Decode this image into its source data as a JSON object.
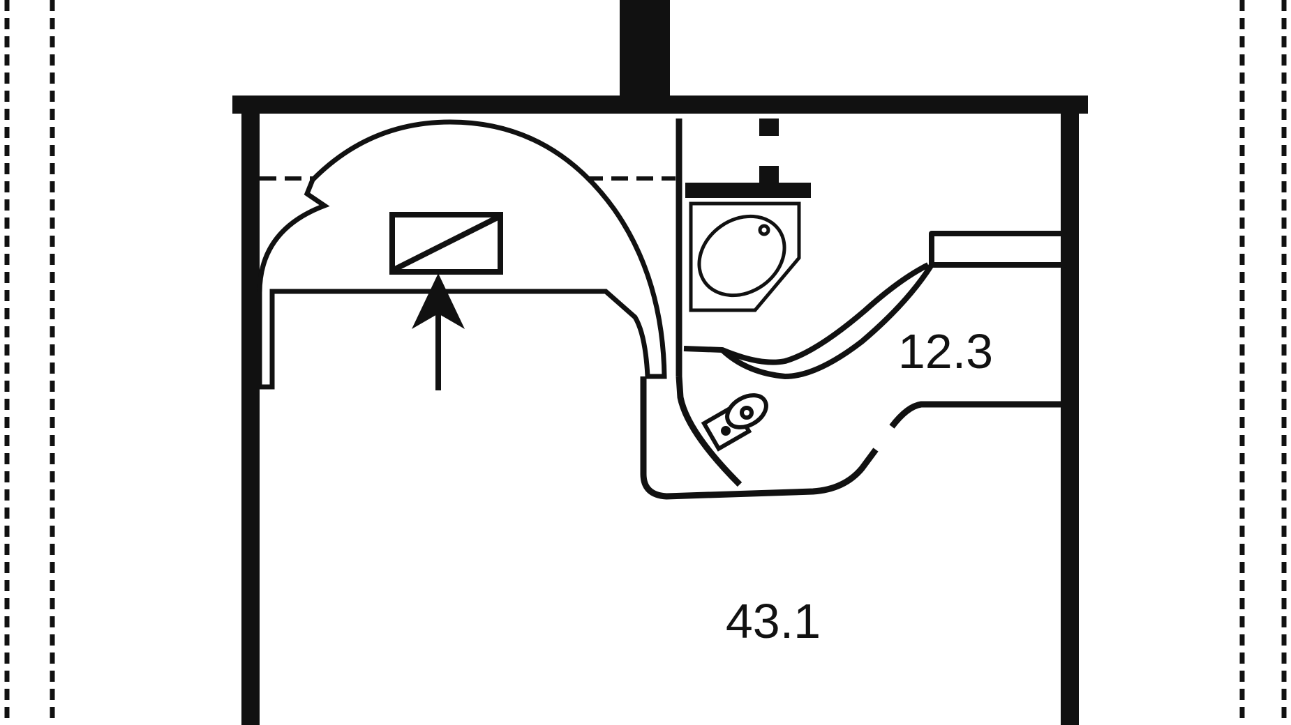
{
  "floor_plan": {
    "rooms": [
      {
        "id": "main-room",
        "area_label": "43.1"
      },
      {
        "id": "bathroom",
        "area_label": "12.3"
      }
    ],
    "icons": [
      "bathtub-icon",
      "toilet-icon",
      "entrance-arrow-icon",
      "stair-icon",
      "chimney-icon"
    ],
    "colors": {
      "line": "#111111",
      "background": "#ffffff"
    }
  }
}
